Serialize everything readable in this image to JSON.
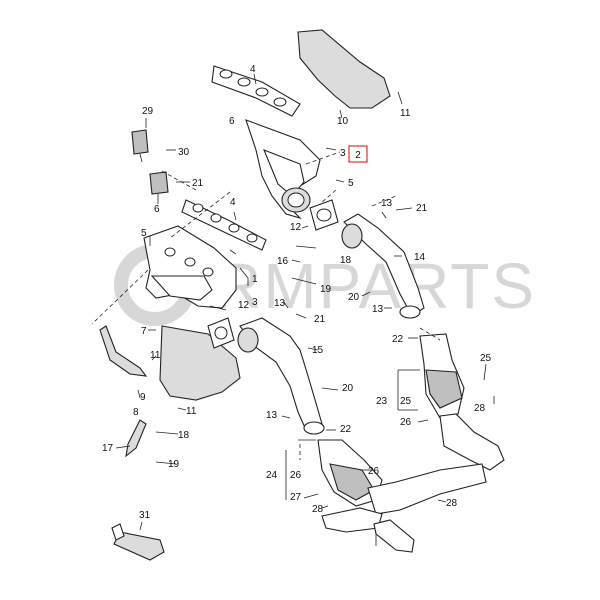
{
  "watermark": {
    "text": "RMPARTS",
    "color": "#d7d7d7"
  },
  "highlight_color": "#e0322f",
  "callouts": {
    "c1": "1",
    "c2": "2",
    "c3a": "3",
    "c3b": "3",
    "c4a": "4",
    "c4b": "4",
    "c5a": "5",
    "c5b": "5",
    "c6a": "6",
    "c6b": "6",
    "c7": "7",
    "c8": "8",
    "c9": "9",
    "c10": "10",
    "c11a": "11",
    "c11b": "11",
    "c11c": "11",
    "c12a": "12",
    "c12b": "12",
    "c13a": "13",
    "c13b": "13",
    "c13c": "13",
    "c13d": "13",
    "c14": "14",
    "c15": "15",
    "c16": "16",
    "c17": "17",
    "c18a": "18",
    "c18b": "18",
    "c19a": "19",
    "c19b": "19",
    "c20a": "20",
    "c20b": "20",
    "c21a": "21",
    "c21b": "21",
    "c21c": "21",
    "c22a": "22",
    "c22b": "22",
    "c23": "23",
    "c24": "24",
    "c25a": "25",
    "c25b": "25",
    "c26a": "26",
    "c26b": "26",
    "c26c": "26",
    "c27": "27",
    "c28a": "28",
    "c28b": "28",
    "c28c": "28",
    "c29": "29",
    "c30": "30",
    "c31": "31"
  }
}
